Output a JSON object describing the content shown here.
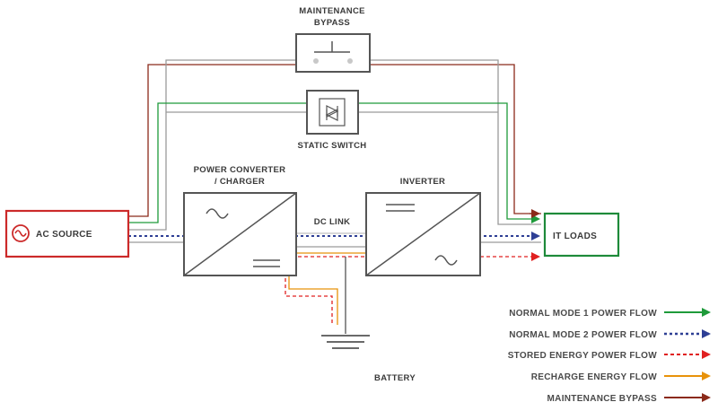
{
  "labels": {
    "maintenance_bypass_line1": "MAINTENANCE",
    "maintenance_bypass_line2": "BYPASS",
    "static_switch": "STATIC SWITCH",
    "power_converter_line1": "POWER CONVERTER",
    "power_converter_line2": "/ CHARGER",
    "inverter": "INVERTER",
    "dc_link": "DC LINK",
    "ac_source": "AC SOURCE",
    "it_loads": "IT LOADS",
    "battery": "BATTERY"
  },
  "legend": [
    {
      "label": "NORMAL MODE 1 POWER FLOW",
      "color": "#1e9a3a",
      "style": "solid"
    },
    {
      "label": "NORMAL MODE 2 POWER FLOW",
      "color": "#2e3f95",
      "style": "dotted"
    },
    {
      "label": "STORED ENERGY POWER FLOW",
      "color": "#e02020",
      "style": "dashed"
    },
    {
      "label": "RECHARGE ENERGY FLOW",
      "color": "#e8920a",
      "style": "solid"
    },
    {
      "label": "MAINTENANCE BYPASS",
      "color": "#8b2a1a",
      "style": "solid"
    }
  ],
  "colors": {
    "ac_source": "#cc2a2a",
    "it_loads": "#1e8a3a",
    "box_border": "#555555",
    "wire_gray": "#9a9a9a"
  }
}
